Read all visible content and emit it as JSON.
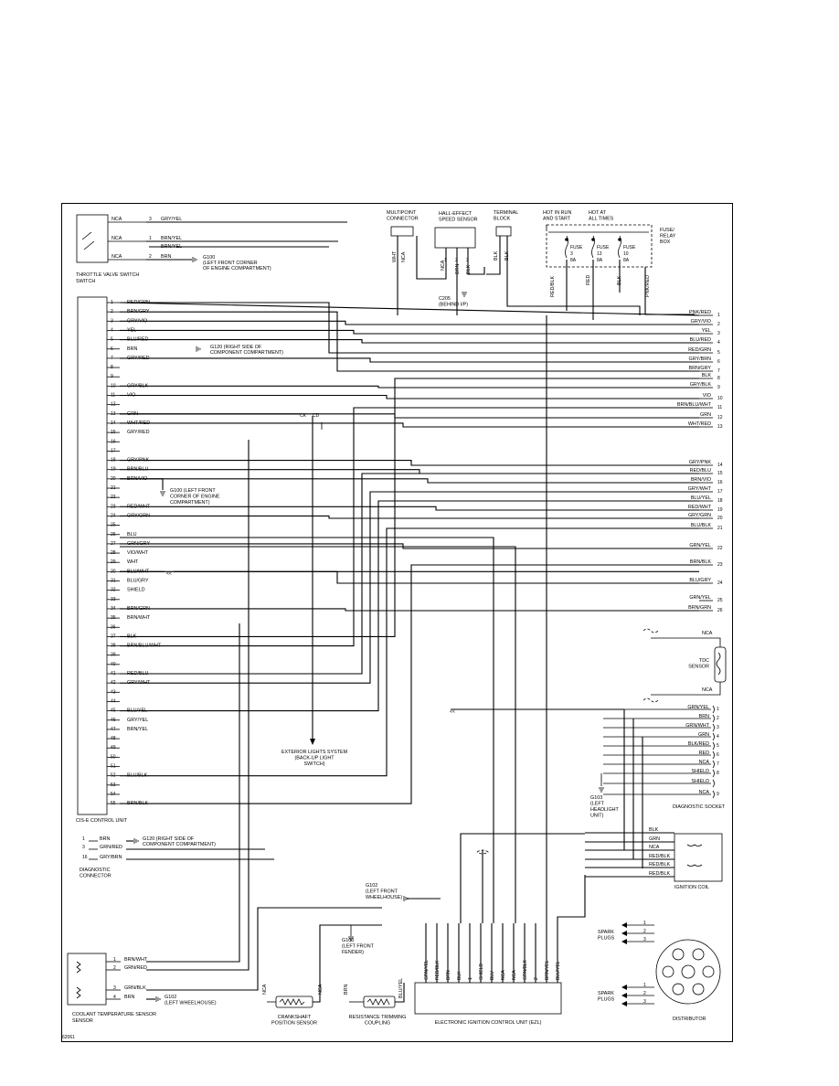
{
  "components": {
    "throttle": "THROTTLE VALVE SWITCH",
    "multipoint": [
      "MULTIPOINT",
      "CONNECTOR"
    ],
    "hall": [
      "HALL-EFFECT",
      "SPEED SENSOR"
    ],
    "terminal": [
      "TERMINAL",
      "BLOCK"
    ],
    "hot_run": [
      "HOT IN RUN",
      "AND START"
    ],
    "hot_all": [
      "HOT AT",
      "ALL TIMES"
    ],
    "fuse_box": [
      "FUSE/",
      "RELAY",
      "BOX"
    ],
    "ecu": "CIS-E CONTROL UNIT",
    "diag_connector": [
      "DIAGNOSTIC",
      "CONNECTOR"
    ],
    "coolant": "COOLANT TEMPERATURE SENSOR",
    "crank": [
      "CRANKSHAFT",
      "POSITION SENSOR"
    ],
    "resistance": [
      "RESISTANCE TRIMMING",
      "COUPLING"
    ],
    "ezl": "ELECTRONIC IGNITION CONTROL UNIT (EZL)",
    "tdc": [
      "TDC",
      "SENSOR"
    ],
    "diag_socket": "DIAGNOSTIC SOCKET",
    "coil": "IGNITION COIL",
    "distributor": "DISTRIBUTOR",
    "spark1": [
      "SPARK",
      "PLUGS"
    ],
    "spark2": [
      "SPARK",
      "PLUGS"
    ],
    "ext_lights": [
      "EXTERIOR LIGHTS SYSTEM",
      "(BACK-UP LIGHT",
      "SWITCH)"
    ]
  },
  "grounds": {
    "g100a": [
      "G100",
      "(LEFT FRONT CORNER",
      "OF ENGINE COMPARTMENT)"
    ],
    "g120a": [
      "G120   (RIGHT SIDE OF",
      "COMPONENT COMPARTMENT)"
    ],
    "g100b": [
      "G100   (LEFT FRONT",
      "CORNER OF ENGINE",
      "COMPARTMENT)"
    ],
    "c205": [
      "C205",
      "(BEHIND I/P)"
    ],
    "g120b": [
      "G120   (RIGHT SIDE OF",
      "COMPONENT COMPARTMENT)"
    ],
    "g102a": [
      "G102",
      "(LEFT FRONT",
      "WHEELHOUSE)"
    ],
    "g100c": [
      "G100",
      "(LEFT FRONT",
      "FENDER)"
    ],
    "g102b": [
      "G102",
      "(LEFT WHEELHOUSE)"
    ],
    "g103": [
      "G103",
      "(LEFT",
      "HEADLIGHT",
      "UNIT)"
    ]
  },
  "fuses": [
    {
      "name": "FUSE",
      "num": "3",
      "amp": "8A"
    },
    {
      "name": "FUSE",
      "num": "13",
      "amp": "8A"
    },
    {
      "name": "FUSE",
      "num": "10",
      "amp": "8A"
    }
  ],
  "throttle_pins": [
    {
      "nca": "NCA",
      "pin": "3",
      "wire": "GRY/YEL"
    },
    {
      "nca": "NCA",
      "pin": "1",
      "wire": "BRN/YEL"
    },
    {
      "nca": "",
      "pin": "",
      "wire": "BRN/YEL"
    },
    {
      "nca": "NCA",
      "pin": "2",
      "wire": "BRN"
    }
  ],
  "top_vertical_labels": {
    "multi1": "WHT",
    "multi2": "NCA",
    "hall1": "NCA",
    "hall2": "BRN",
    "hall3": "BLK",
    "term1": "BLK",
    "term2": "BLK",
    "fuse1": "RED/BLK",
    "fuse2": "RED",
    "fuse3": "BLK",
    "fuse4": "PNK/RED",
    "hall_pins": [
      "1",
      "2",
      "3"
    ]
  },
  "ecu_pins": [
    {
      "n": "1",
      "w": "RED/GRN"
    },
    {
      "n": "2",
      "w": "BRN/GRY"
    },
    {
      "n": "3",
      "w": "GRY/VIO"
    },
    {
      "n": "4",
      "w": "YEL"
    },
    {
      "n": "5",
      "w": "BLU/RED"
    },
    {
      "n": "6",
      "w": "BRN"
    },
    {
      "n": "7",
      "w": "GRY/RED"
    },
    {
      "n": "8",
      "w": ""
    },
    {
      "n": "9",
      "w": ""
    },
    {
      "n": "10",
      "w": "GRY/BLK"
    },
    {
      "n": "11",
      "w": "VIO"
    },
    {
      "n": "12",
      "w": ""
    },
    {
      "n": "13",
      "w": "GRN"
    },
    {
      "n": "14",
      "w": "WHT/RED"
    },
    {
      "n": "15",
      "w": "GRY/RED"
    },
    {
      "n": "16",
      "w": ""
    },
    {
      "n": "17",
      "w": ""
    },
    {
      "n": "18",
      "w": "GRY/PNK"
    },
    {
      "n": "19",
      "w": "BRN/BLU"
    },
    {
      "n": "20",
      "w": "BRN/VIO"
    },
    {
      "n": "21",
      "w": ""
    },
    {
      "n": "22",
      "w": ""
    },
    {
      "n": "23",
      "w": "RED/WHT"
    },
    {
      "n": "24",
      "w": "GRY/GRN"
    },
    {
      "n": "25",
      "w": ""
    },
    {
      "n": "26",
      "w": "BLU"
    },
    {
      "n": "27",
      "w": "GRN/GRY"
    },
    {
      "n": "28",
      "w": "VIO/WHT"
    },
    {
      "n": "29",
      "w": "WHT"
    },
    {
      "n": "30",
      "w": "BLU/WHT"
    },
    {
      "n": "31",
      "w": "BLU/GRY"
    },
    {
      "n": "32",
      "w": "SHIELD"
    },
    {
      "n": "33",
      "w": ""
    },
    {
      "n": "34",
      "w": "BRN/GRN"
    },
    {
      "n": "35",
      "w": "BRN/WHT"
    },
    {
      "n": "36",
      "w": ""
    },
    {
      "n": "37",
      "w": "BLK"
    },
    {
      "n": "38",
      "w": "BRN/BLU/WHT"
    },
    {
      "n": "39",
      "w": ""
    },
    {
      "n": "40",
      "w": ""
    },
    {
      "n": "41",
      "w": "RED/BLU"
    },
    {
      "n": "42",
      "w": "GRY/WHT"
    },
    {
      "n": "43",
      "w": ""
    },
    {
      "n": "44",
      "w": ""
    },
    {
      "n": "45",
      "w": "BLU/YEL"
    },
    {
      "n": "46",
      "w": "GRY/YEL"
    },
    {
      "n": "47",
      "w": "BRN/YEL"
    },
    {
      "n": "48",
      "w": ""
    },
    {
      "n": "49",
      "w": ""
    },
    {
      "n": "50",
      "w": ""
    },
    {
      "n": "51",
      "w": ""
    },
    {
      "n": "52",
      "w": "BLU/BLK"
    },
    {
      "n": "53",
      "w": ""
    },
    {
      "n": "54",
      "w": ""
    },
    {
      "n": "55",
      "w": "BRN/BLK"
    }
  ],
  "right_connector": [
    {
      "n": "1",
      "w": "PNK/RED"
    },
    {
      "n": "2",
      "w": "GRY/VIO"
    },
    {
      "n": "3",
      "w": "YEL"
    },
    {
      "n": "4",
      "w": "BLU/RED"
    },
    {
      "n": "5",
      "w": "RED/GRN"
    },
    {
      "n": "6",
      "w": "GRY/BRN"
    },
    {
      "n": "7",
      "w": "BRN/GRY"
    },
    {
      "n": "8",
      "w": "BLK"
    },
    {
      "n": "9",
      "w": "GRY/BLK"
    },
    {
      "n": "10",
      "w": "VIO"
    },
    {
      "n": "11",
      "w": "BRN/BLU/WHT"
    },
    {
      "n": "12",
      "w": "GRN"
    },
    {
      "n": "13",
      "w": "WHT/RED"
    },
    {
      "n": "14",
      "w": "GRY/PNK"
    },
    {
      "n": "15",
      "w": "RED/BLU"
    },
    {
      "n": "16",
      "w": "BRN/VIO"
    },
    {
      "n": "17",
      "w": "GRY/WHT"
    },
    {
      "n": "18",
      "w": "BLU/YEL"
    },
    {
      "n": "19",
      "w": "RED/WHT"
    },
    {
      "n": "20",
      "w": "GRY/GRN"
    },
    {
      "n": "21",
      "w": "BLU/BLK"
    },
    {
      "n": "22",
      "w": "GRN/YEL"
    },
    {
      "n": "23",
      "w": "BRN/BLK"
    },
    {
      "n": "24",
      "w": "BLU/GRY"
    },
    {
      "n": "25",
      "w": "GRN/YEL"
    },
    {
      "n": "26",
      "w": "BRN/GRN"
    }
  ],
  "diag_socket_pins": [
    {
      "n": "1",
      "w": "GRN/YEL"
    },
    {
      "n": "2",
      "w": "BRN"
    },
    {
      "n": "3",
      "w": "GRN/WHT"
    },
    {
      "n": "4",
      "w": "GRN"
    },
    {
      "n": "5",
      "w": "BLK/RED"
    },
    {
      "n": "6",
      "w": "RED"
    },
    {
      "n": "7",
      "w": "NCA"
    },
    {
      "n": "8",
      "w": "SHIELD"
    },
    {
      "n": "",
      "w": "SHIELD"
    },
    {
      "n": "9",
      "w": "NCA"
    }
  ],
  "tdc_wires": {
    "top": "NCA",
    "bottom": "NCA"
  },
  "coil_wires": [
    "BLK",
    "GRN",
    "NCA",
    "RED/BLK",
    "RED/BLK",
    "RED/BLK"
  ],
  "diag_conn_pins": [
    {
      "n": "1",
      "w": "BRN"
    },
    {
      "n": "3",
      "w": "GRN/RED"
    },
    {
      "n": "16",
      "w": "GRY/BRN"
    }
  ],
  "coolant_pins": [
    {
      "n": "1",
      "w": "BRN/WHT"
    },
    {
      "n": "2",
      "w": "GRN/RED"
    },
    {
      "n": "3",
      "w": "GRN/BLK"
    },
    {
      "n": "4",
      "w": "BRN"
    }
  ],
  "ezl_pins": [
    "GRN/YEL",
    "RED/BLK",
    "BRN",
    "BLK",
    "1",
    "SHIELD",
    "BLU",
    "NCA",
    "NCA",
    "GRN/BLK",
    "2",
    "BRN/YEL",
    "BLU/YEL"
  ],
  "crank_wires": [
    "NCA",
    "NCA"
  ],
  "resist_wires": [
    "BRN",
    "BLU/YEL"
  ],
  "diagram_id": "62061",
  "switch_labels": {
    "lights1": "CK",
    "lights2": "CD"
  }
}
